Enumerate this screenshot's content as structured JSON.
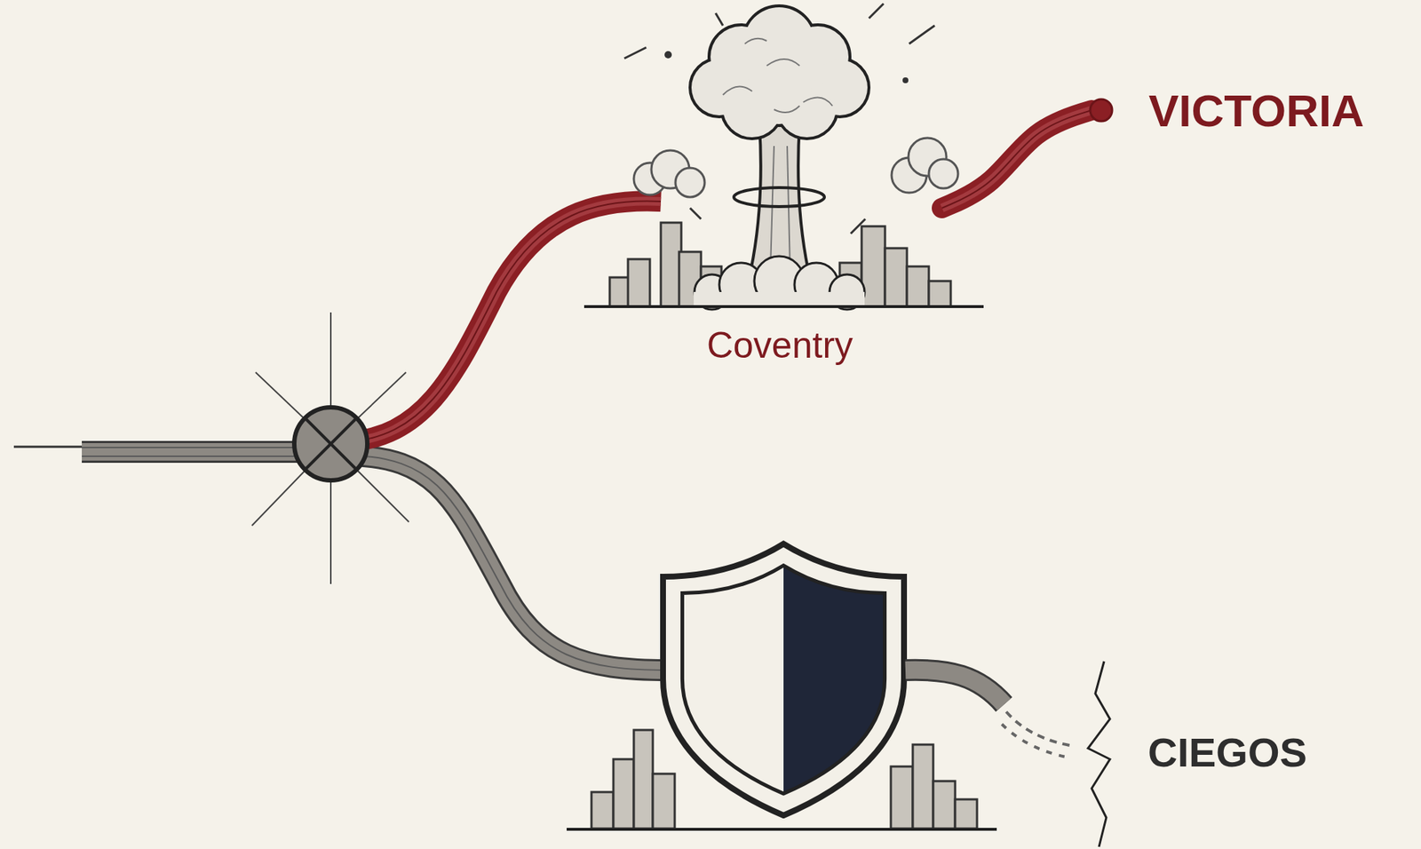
{
  "diagram": {
    "nodes": [
      {
        "text": [
          "Coventry"
        ]
      },
      {
        "text": [
          "VICTORIA"
        ]
      },
      {
        "text": [
          "CIEGOS"
        ]
      }
    ],
    "edges": [
      {
        "from": 0,
        "to": 1,
        "arrow": "none"
      }
    ]
  }
}
